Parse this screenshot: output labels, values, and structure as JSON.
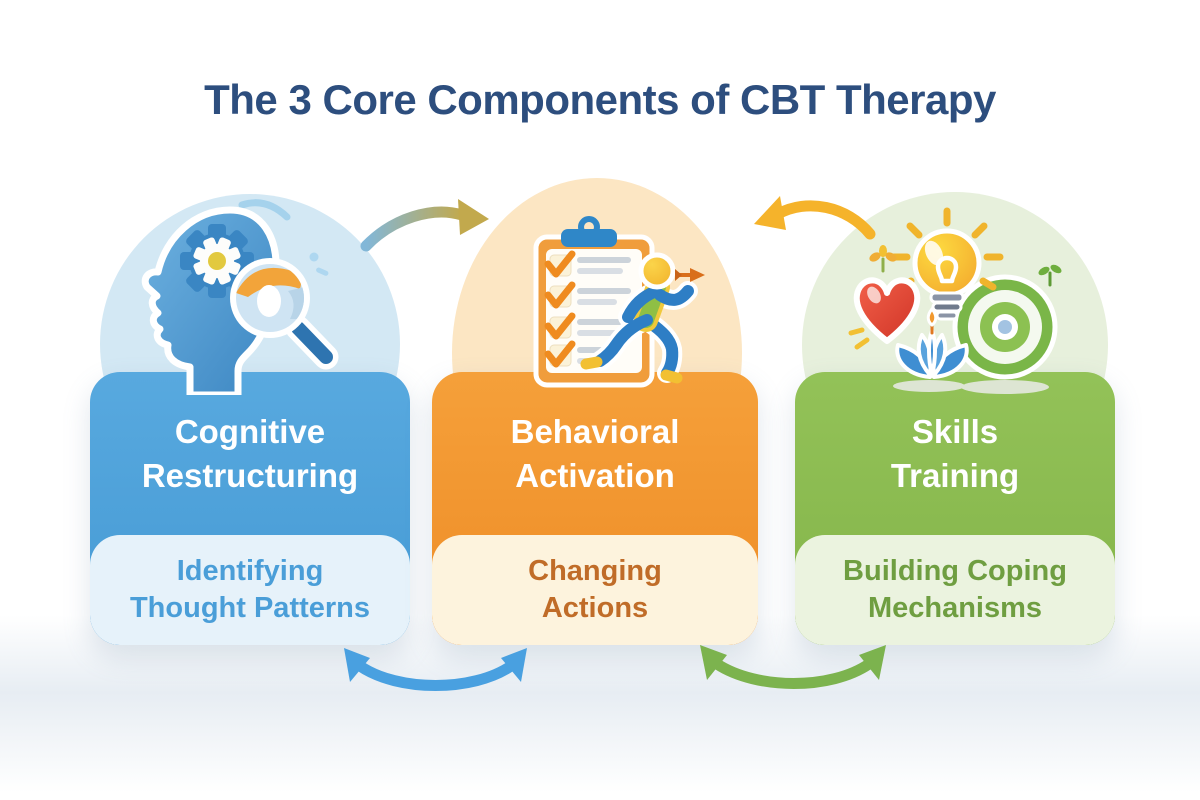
{
  "title": "The 3 Core Components of CBT Therapy",
  "title_color": "#2d4e7e",
  "background": {
    "page": "#ffffff",
    "floor_band": "#e7edf3"
  },
  "cards": [
    {
      "id": "cognitive-restructuring",
      "title": "Cognitive\nRestructuring",
      "subtitle": "Identifying\nThought Patterns",
      "icon": "head-gear-magnifier-icon",
      "colors": {
        "header": "#4d9fd8",
        "panel": "#e6f2fa",
        "subtitle_text": "#4a9ed8",
        "circle": "#d3e8f4"
      }
    },
    {
      "id": "behavioral-activation",
      "title": "Behavioral\nActivation",
      "subtitle": "Changing\nActions",
      "icon": "clipboard-checklist-runner-icon",
      "colors": {
        "header": "#f2962f",
        "panel": "#fdf3dd",
        "subtitle_text": "#c06c28",
        "circle": "#fce6c3"
      }
    },
    {
      "id": "skills-training",
      "title": "Skills\nTraining",
      "subtitle": "Building Coping\nMechanisms",
      "icon": "heart-lightbulb-target-plant-icon",
      "colors": {
        "header": "#8cba50",
        "panel": "#ebf3df",
        "subtitle_text": "#6f9e41",
        "circle": "#e7f0dc"
      }
    }
  ],
  "arrows": [
    {
      "name": "top-arrow-left",
      "between": [
        "cognitive-restructuring",
        "behavioral-activation"
      ],
      "direction": "right",
      "colors": [
        "#82b7d8",
        "#c2a94d"
      ]
    },
    {
      "name": "top-arrow-right",
      "between": [
        "skills-training",
        "behavioral-activation"
      ],
      "direction": "left",
      "colors": [
        "#f5b32b"
      ]
    },
    {
      "name": "bottom-arrow-left",
      "between": [
        "cognitive-restructuring",
        "behavioral-activation"
      ],
      "direction": "both",
      "colors": [
        "#49a0e0"
      ]
    },
    {
      "name": "bottom-arrow-right",
      "between": [
        "behavioral-activation",
        "skills-training"
      ],
      "direction": "both",
      "colors": [
        "#7cb34e"
      ]
    }
  ]
}
